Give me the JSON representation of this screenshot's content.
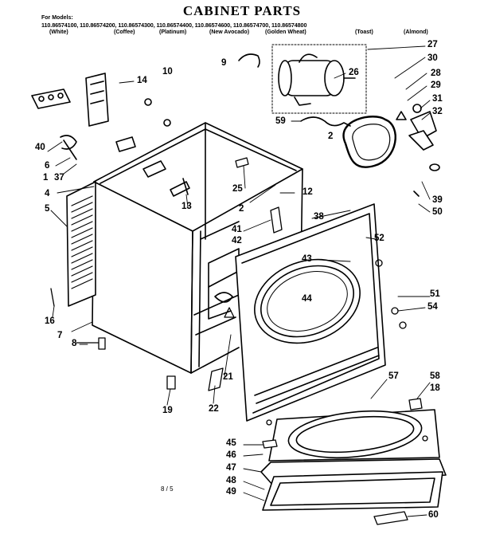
{
  "title": "CABINET PARTS",
  "models_label": "For Models:",
  "models_line": "110.86574100, 110.86574200, 110.86574300, 110.86574400, 110.86574600, 110.86574700, 110.86574800",
  "colors": [
    "(White)",
    "(Coffee)",
    "(Platinum)",
    "(New Avocado)",
    "(Golden Wheat)",
    "(Toast)",
    "(Almond)"
  ],
  "page_code": "8 / 5",
  "callouts": [
    "10",
    "9",
    "14",
    "27",
    "30",
    "28",
    "29",
    "26",
    "31",
    "32",
    "59",
    "2",
    "40",
    "6",
    "1",
    "37",
    "4",
    "5",
    "25",
    "12",
    "2",
    "13",
    "41",
    "42",
    "38",
    "52",
    "43",
    "44",
    "39",
    "50",
    "51",
    "54",
    "16",
    "7",
    "8",
    "21",
    "22",
    "19",
    "57",
    "58",
    "18",
    "45",
    "46",
    "47",
    "48",
    "49",
    "60"
  ]
}
